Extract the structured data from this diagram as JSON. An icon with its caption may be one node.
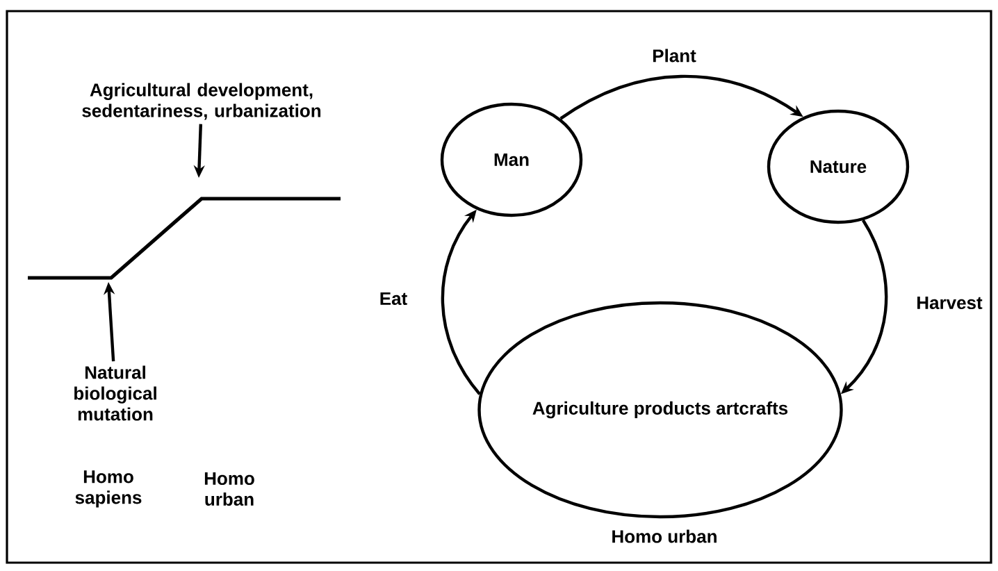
{
  "diagram": {
    "nodes": [
      {
        "text": [
          "Agricultural development, sedentariness, urbanization"
        ]
      },
      {
        "text": [
          "Natural biological mutation"
        ]
      },
      {
        "text": [
          "Man"
        ]
      },
      {
        "text": [
          "Nature"
        ]
      },
      {
        "text": [
          "Agriculture products artcrafts"
        ],
        "beside": [
          "Homo urban"
        ]
      }
    ],
    "edges": [
      {
        "from": 0,
        "to": null,
        "arrow": "to"
      },
      {
        "from": 1,
        "to": null,
        "arrow": "to"
      },
      {
        "from": 2,
        "to": 3,
        "arrow": "to",
        "label": "Plant"
      },
      {
        "from": 3,
        "to": 4,
        "arrow": "to",
        "label": "Harvest"
      },
      {
        "from": 4,
        "to": 2,
        "arrow": "to",
        "label": "Eat"
      }
    ],
    "labels": [
      "Homo sapiens",
      "Homo urban"
    ]
  }
}
